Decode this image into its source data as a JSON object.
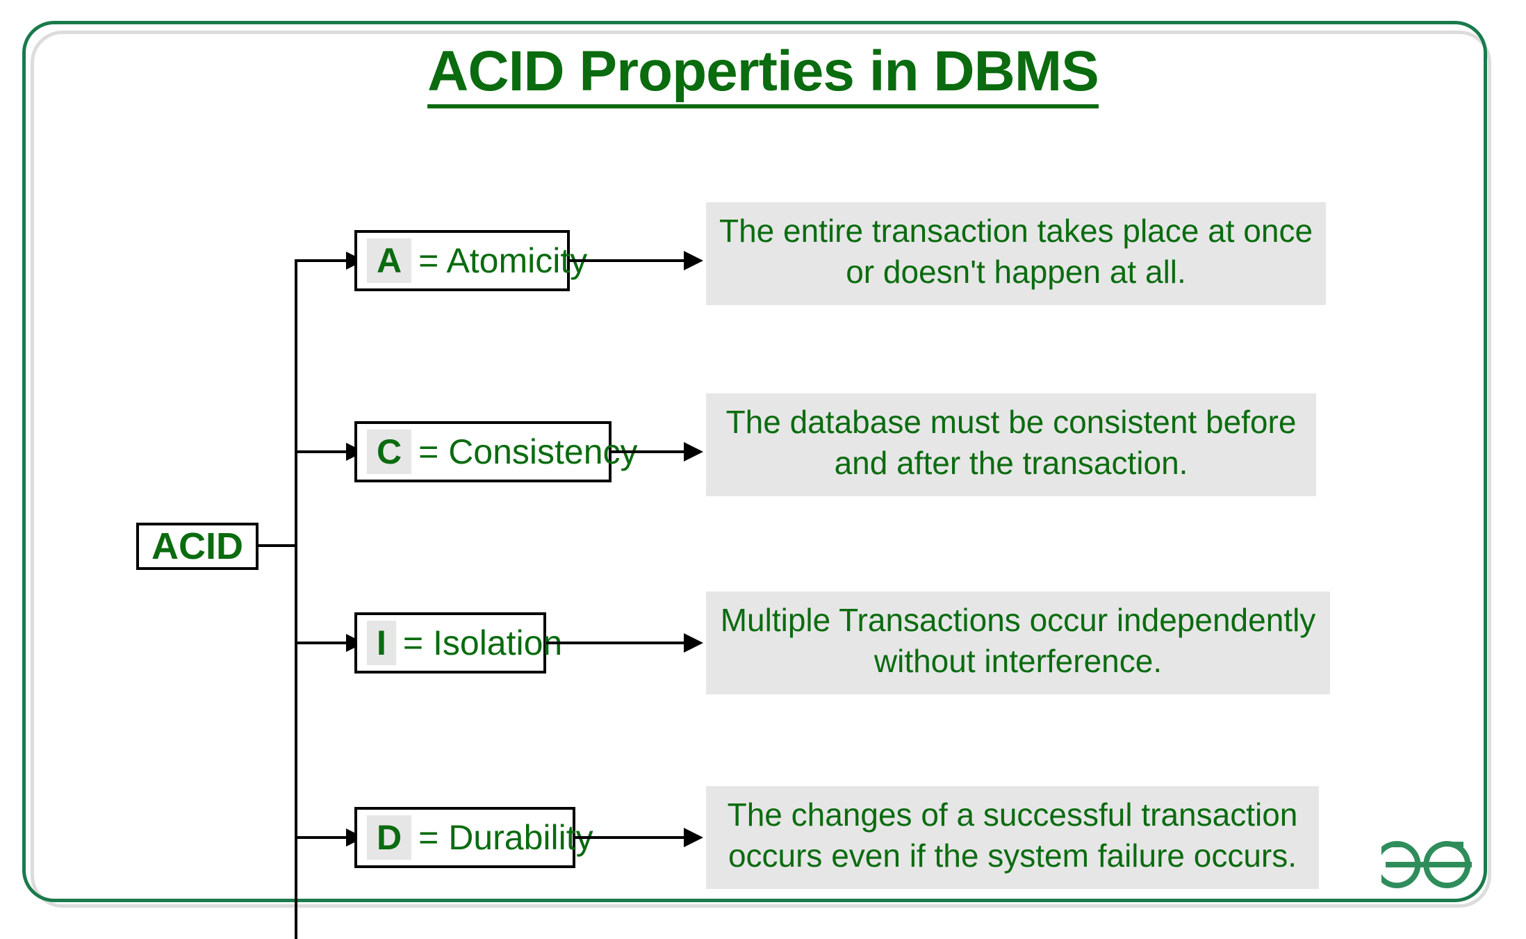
{
  "page": {
    "title": "ACID Properties in DBMS",
    "accent_green": "#0a6b0f",
    "frame_green": "#1a7a4c",
    "highlight_gray": "#e6e6e6",
    "line_black": "#000000"
  },
  "root": {
    "label": "ACID"
  },
  "properties": [
    {
      "letter": "A",
      "equals_label": "= Atomicity",
      "description": "The entire transaction takes place at once\nor doesn't happen at all."
    },
    {
      "letter": "C",
      "equals_label": "= Consistency",
      "description": "The database must be consistent before\nand after the transaction."
    },
    {
      "letter": "I",
      "equals_label": "= Isolation",
      "description": "Multiple Transactions occur independently\nwithout interference."
    },
    {
      "letter": "D",
      "equals_label": "= Durability",
      "description": "The changes of a successful transaction\noccurs even if the system failure occurs."
    }
  ],
  "branding": {
    "logo_name": "geeksforgeeks-logo"
  }
}
